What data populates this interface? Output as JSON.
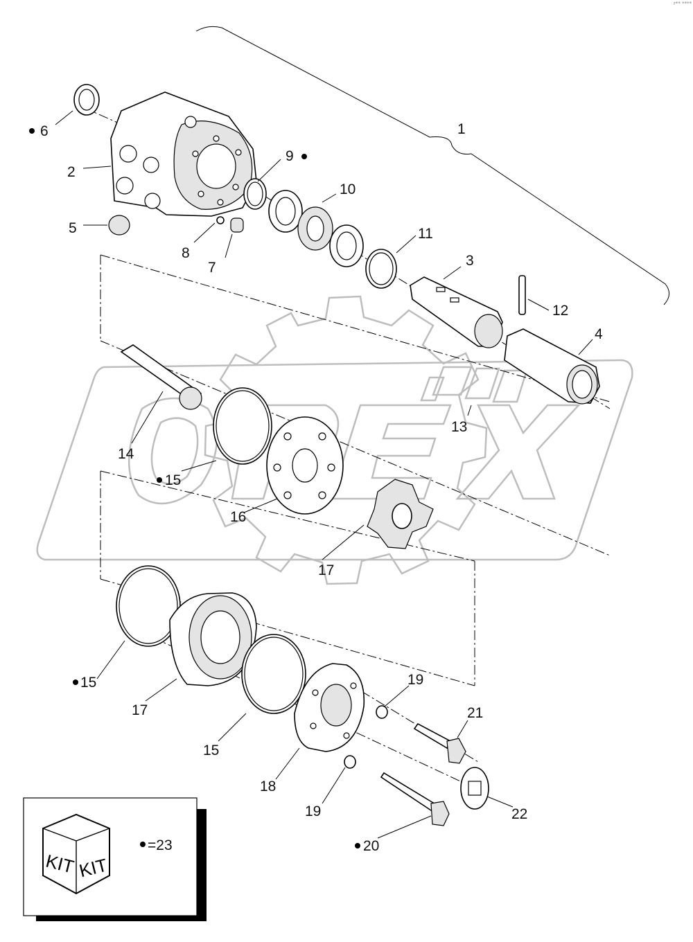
{
  "corner_mark": "r** ****",
  "parts": [
    {
      "id": "p1",
      "label": "1",
      "dot": false
    },
    {
      "id": "p2",
      "label": "2",
      "dot": false
    },
    {
      "id": "p3",
      "label": "3",
      "dot": false
    },
    {
      "id": "p4",
      "label": "4",
      "dot": false
    },
    {
      "id": "p5",
      "label": "5",
      "dot": false
    },
    {
      "id": "p6",
      "label": "6",
      "dot": true
    },
    {
      "id": "p7",
      "label": "7",
      "dot": false
    },
    {
      "id": "p8",
      "label": "8",
      "dot": false
    },
    {
      "id": "p9",
      "label": "9",
      "dot": true
    },
    {
      "id": "p10",
      "label": "10",
      "dot": false
    },
    {
      "id": "p11",
      "label": "11",
      "dot": false
    },
    {
      "id": "p12",
      "label": "12",
      "dot": false
    },
    {
      "id": "p13",
      "label": "13",
      "dot": false
    },
    {
      "id": "p14",
      "label": "14",
      "dot": false
    },
    {
      "id": "p15a",
      "label": "15",
      "dot": true
    },
    {
      "id": "p16",
      "label": "16",
      "dot": false
    },
    {
      "id": "p17a",
      "label": "17",
      "dot": false
    },
    {
      "id": "p15b",
      "label": "15",
      "dot": true
    },
    {
      "id": "p17b",
      "label": "17",
      "dot": false
    },
    {
      "id": "p15c",
      "label": "15",
      "dot": false
    },
    {
      "id": "p18",
      "label": "18",
      "dot": false
    },
    {
      "id": "p19a",
      "label": "19",
      "dot": false
    },
    {
      "id": "p19b",
      "label": "19",
      "dot": false
    },
    {
      "id": "p20",
      "label": "20",
      "dot": true
    },
    {
      "id": "p21",
      "label": "21",
      "dot": false
    },
    {
      "id": "p22",
      "label": "22",
      "dot": false
    }
  ],
  "legend": {
    "kit_word_left": "KIT",
    "kit_word_right": "KIT",
    "bullet_text": "=23"
  }
}
